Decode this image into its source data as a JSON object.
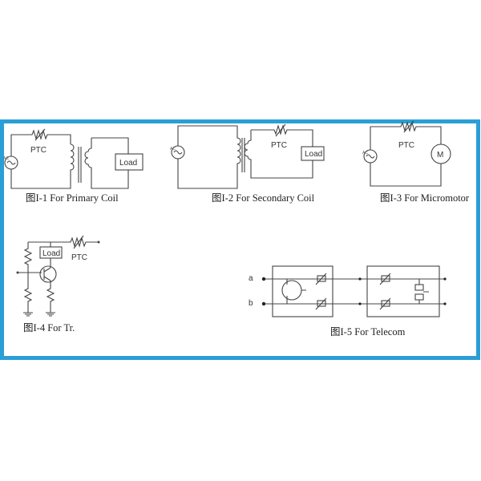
{
  "colors": {
    "frame": "#2a9fd6",
    "wire": "#444444"
  },
  "figures": [
    {
      "caption": "图I-1   For Primary Coil",
      "ptc_label": "PTC",
      "load_label": "Load",
      "source_label": "AC"
    },
    {
      "caption": "图I-2   For Secondary Coil",
      "ptc_label": "PTC",
      "load_label": "Load",
      "source_label": "AC"
    },
    {
      "caption": "图I-3   For Micromotor",
      "ptc_label": "PTC",
      "motor_label": "M",
      "source_label": "AC"
    },
    {
      "caption": "图I-4 For Tr.",
      "ptc_label": "PTC",
      "load_label": "Load"
    },
    {
      "caption": "图I-5 For Telecom",
      "line_a": "a",
      "line_b": "b"
    }
  ]
}
